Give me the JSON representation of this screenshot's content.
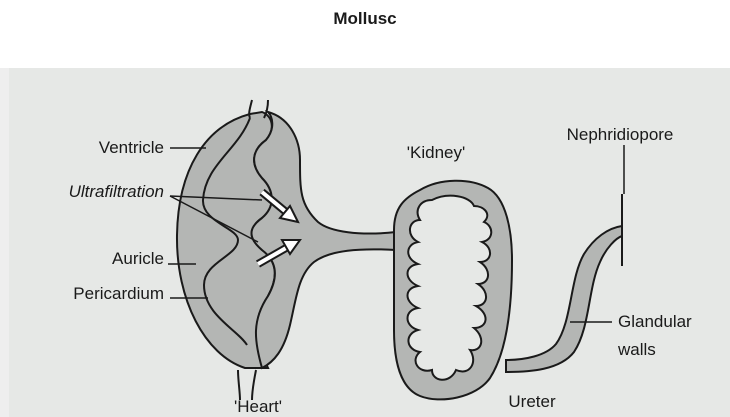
{
  "title": "Mollusc",
  "labels": {
    "ventricle": "Ventricle",
    "ultrafiltration": "Ultrafiltration",
    "auricle": "Auricle",
    "pericardium": "Pericardium",
    "heart": "'Heart'",
    "kidney": "'Kidney'",
    "nephridiopore": "Nephridiopore",
    "glandular": "Glandular",
    "walls": "walls",
    "ureter": "Ureter"
  },
  "colors": {
    "organ_fill": "#b4b6b4",
    "background": "#e6e8e6",
    "line": "#1a1a1a"
  }
}
